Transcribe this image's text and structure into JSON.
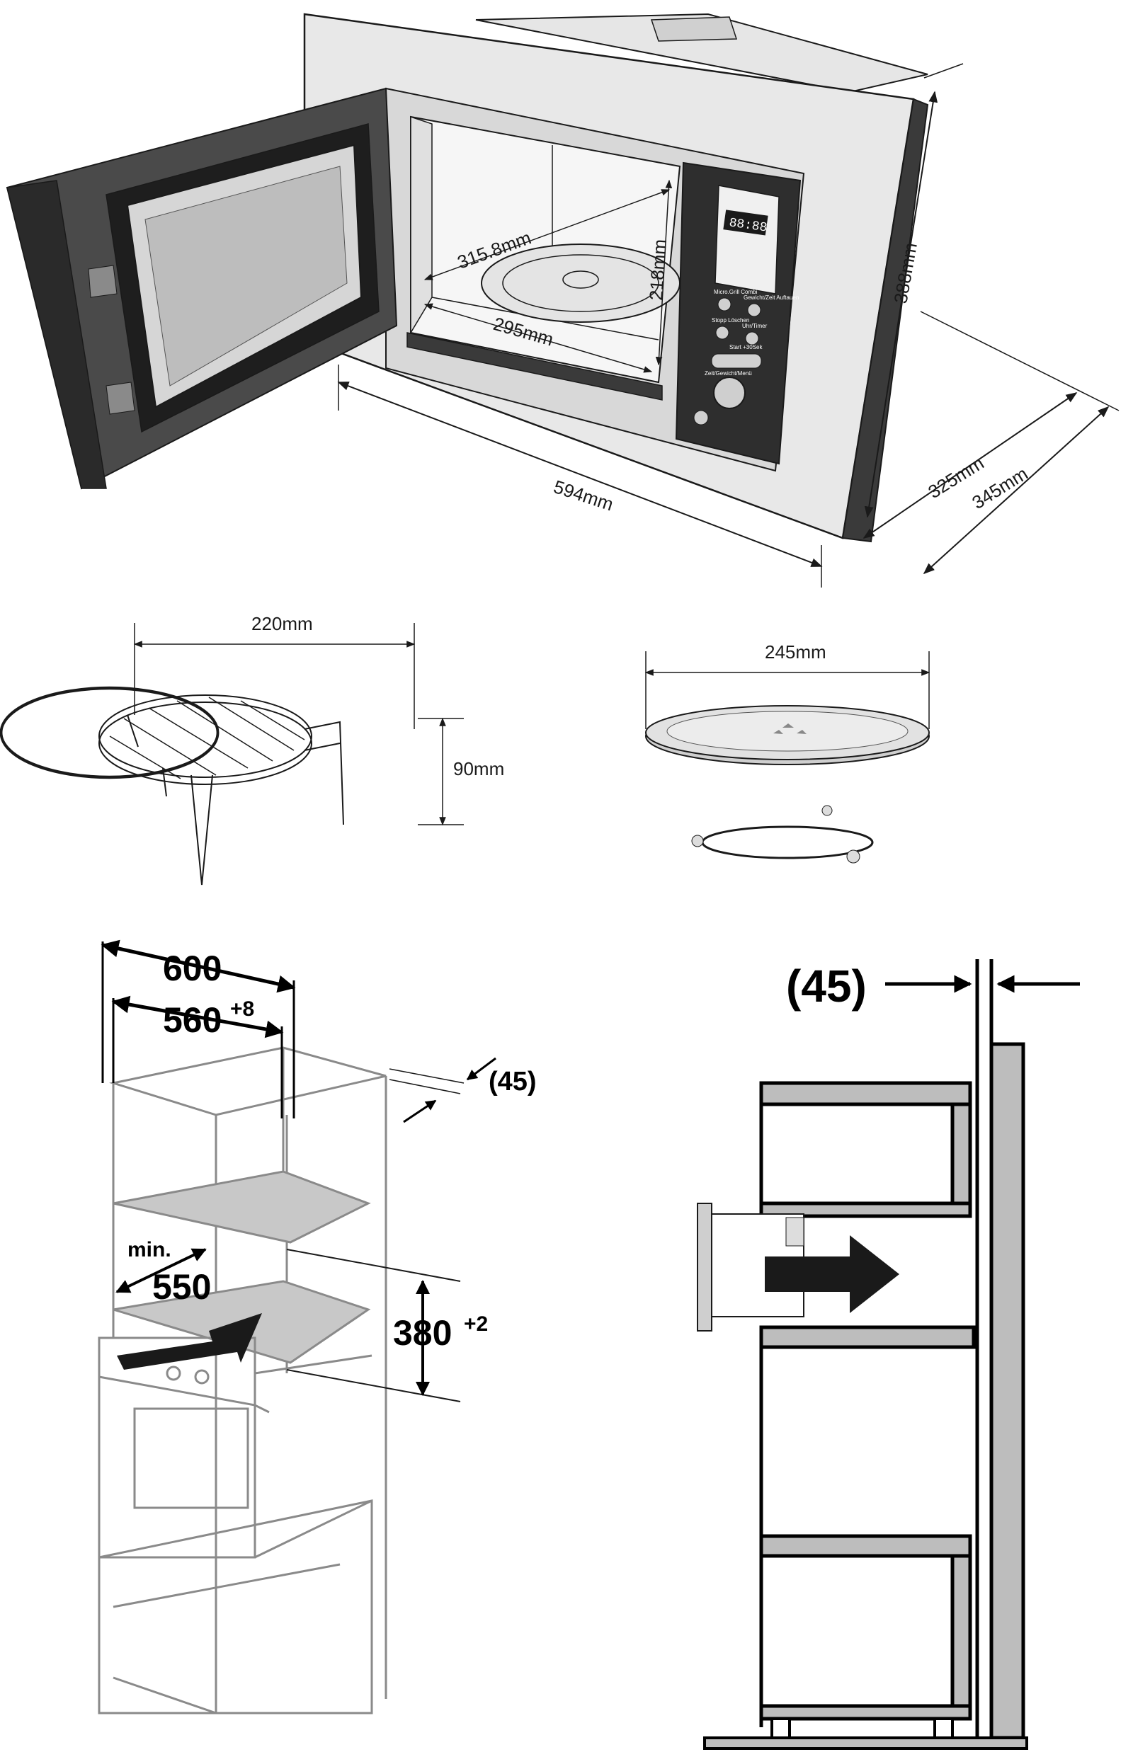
{
  "microwave": {
    "width": "594mm",
    "height": "388mm",
    "depth_body": "325mm",
    "depth_total": "345mm",
    "cavity_diag": "315.8mm",
    "cavity_width": "295mm",
    "cavity_height": "218mm",
    "panel_labels": [
      "Micro.Grill Combi",
      "Gewicht/Zeit Auftauen",
      "Stopp Löschen",
      "Uhr/Timer",
      "Start +30Sek",
      "Zeit/Gewicht/Menü"
    ],
    "display": "88:88"
  },
  "grill_rack": {
    "diameter": "220mm",
    "height": "90mm"
  },
  "turntable": {
    "diameter": "245mm"
  },
  "cabinet": {
    "outer_width": "600",
    "inner_width": "560",
    "inner_width_tol": "+8",
    "depth_min_label": "min.",
    "depth_min": "550",
    "gap": "(45)",
    "opening_height": "380",
    "opening_height_tol": "+2"
  },
  "side_view": {
    "gap": "(45)"
  },
  "colors": {
    "line": "#1a1a1a",
    "cabinet_grey": "#8a8a8a",
    "shelf_fill": "#c8c8c8",
    "arrow": "#1a1a1a"
  }
}
